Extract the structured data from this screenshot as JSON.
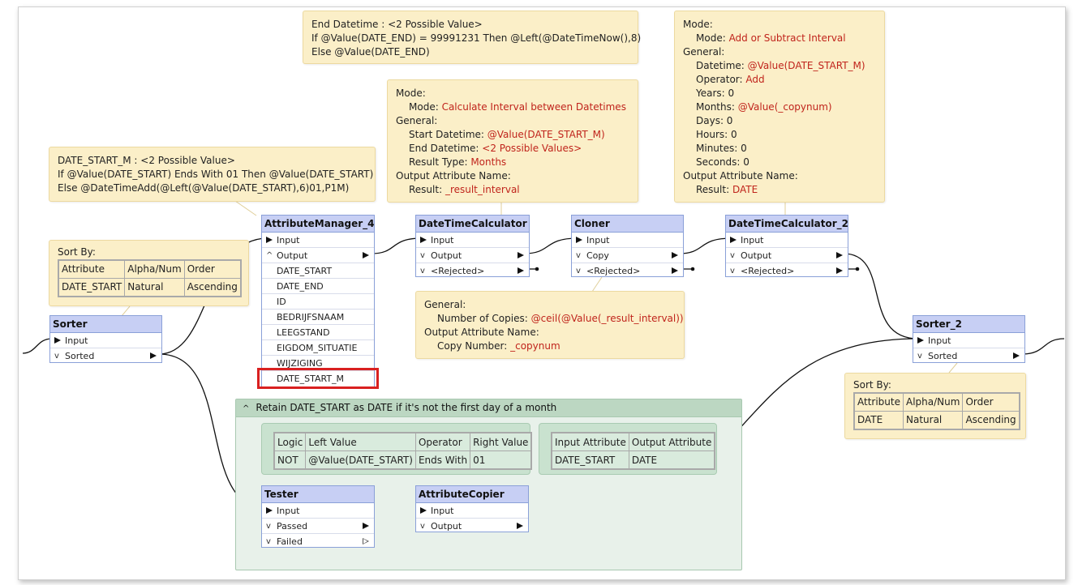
{
  "notes": {
    "end_datetime": {
      "line1": "End Datetime : <2 Possible Value>",
      "line2": "If @Value(DATE_END) = 99991231 Then @Left(@DateTimeNow(),8)",
      "line3": "Else @Value(DATE_END)"
    },
    "date_start_m": {
      "line1": "DATE_START_M : <2 Possible Value>",
      "line2": "If @Value(DATE_START) Ends With 01 Then @Value(DATE_START)",
      "line3": "Else @DateTimeAdd(@Left(@Value(DATE_START),6)01,P1M)"
    },
    "calc1": {
      "mode_hdr": "Mode:",
      "mode_lbl": "Mode: ",
      "mode_val": "Calculate Interval between Datetimes",
      "general_hdr": "General:",
      "start_lbl": "Start Datetime: ",
      "start_val": "@Value(DATE_START_M)",
      "end_lbl": "End Datetime: ",
      "end_val": "<2 Possible Values>",
      "rtype_lbl": "Result Type: ",
      "rtype_val": "Months",
      "out_hdr": "Output Attribute Name:",
      "result_lbl": "Result: ",
      "result_val": "_result_interval"
    },
    "calc2": {
      "mode_hdr": "Mode:",
      "mode_lbl": "Mode: ",
      "mode_val": "Add or Subtract Interval",
      "general_hdr": "General:",
      "dt_lbl": "Datetime: ",
      "dt_val": "@Value(DATE_START_M)",
      "op_lbl": "Operator: ",
      "op_val": "Add",
      "years": "Years: 0",
      "months_lbl": "Months: ",
      "months_val": "@Value(_copynum)",
      "days": "Days: 0",
      "hours": "Hours: 0",
      "minutes": "Minutes: 0",
      "seconds": "Seconds: 0",
      "out_hdr": "Output Attribute Name:",
      "result_lbl": "Result: ",
      "result_val": "DATE"
    },
    "cloner": {
      "general_hdr": "General:",
      "copies_lbl": "Number of Copies: ",
      "copies_val": "@ceil(@Value(_result_interval))",
      "out_hdr": "Output Attribute Name:",
      "copynum_lbl": "Copy Number: ",
      "copynum_val": "_copynum"
    },
    "sort1": {
      "title": "Sort By:",
      "headers": [
        "Attribute",
        "Alpha/Num",
        "Order"
      ],
      "row": [
        "DATE_START",
        "Natural",
        "Ascending"
      ]
    },
    "sort2": {
      "title": "Sort By:",
      "headers": [
        "Attribute",
        "Alpha/Num",
        "Order"
      ],
      "row": [
        "DATE",
        "Natural",
        "Ascending"
      ]
    },
    "tester": {
      "headers": [
        "Logic",
        "Left Value",
        "Operator",
        "Right Value"
      ],
      "row": [
        "NOT",
        "@Value(DATE_START)",
        "Ends With",
        "01"
      ]
    },
    "copier": {
      "headers": [
        "Input Attribute",
        "Output Attribute"
      ],
      "row": [
        "DATE_START",
        "DATE"
      ]
    }
  },
  "bookmark": {
    "title": "Retain DATE_START as DATE if it's not the first day of a month"
  },
  "transformers": {
    "sorter": {
      "name": "Sorter",
      "input": "Input",
      "sorted": "Sorted"
    },
    "attr_manager": {
      "name": "AttributeManager_4",
      "input": "Input",
      "output": "Output",
      "attributes": [
        "DATE_START",
        "DATE_END",
        "ID",
        "BEDRIJFSNAAM",
        "LEEGSTAND",
        "EIGDOM_SITUATIE",
        "WIJZIGING",
        "DATE_START_M"
      ]
    },
    "dtcalc1": {
      "name": "DateTimeCalculator",
      "input": "Input",
      "output": "Output",
      "rejected": "<Rejected>"
    },
    "cloner": {
      "name": "Cloner",
      "input": "Input",
      "copy": "Copy",
      "rejected": "<Rejected>"
    },
    "dtcalc2": {
      "name": "DateTimeCalculator_2",
      "input": "Input",
      "output": "Output",
      "rejected": "<Rejected>"
    },
    "sorter2": {
      "name": "Sorter_2",
      "input": "Input",
      "sorted": "Sorted"
    },
    "tester": {
      "name": "Tester",
      "input": "Input",
      "passed": "Passed",
      "failed": "Failed"
    },
    "copier": {
      "name": "AttributeCopier",
      "input": "Input",
      "output": "Output"
    }
  },
  "colors": {
    "transformer_header": "#c7cff4",
    "note_bg": "#fbefc8",
    "bookmark_bg": "#e8f1ea",
    "highlight": "#d92020",
    "param_value": "#c0241c"
  }
}
